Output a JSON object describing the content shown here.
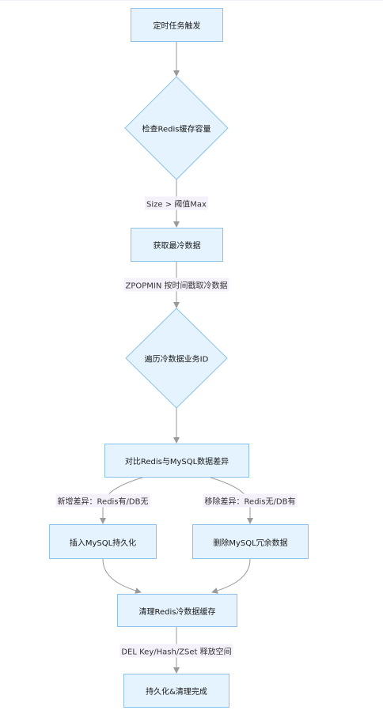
{
  "nodes": {
    "start": "定时任务触发",
    "check": "检查Redis缓存容量",
    "fetch": "获取最冷数据",
    "iterate": "遍历冷数据业务ID",
    "compare": "对比Redis与MySQL数据差异",
    "insert": "插入MySQL持久化",
    "delete": "删除MySQL冗余数据",
    "clean": "清理Redis冷数据缓存",
    "done": "持久化&清理完成"
  },
  "edge_labels": {
    "check_to_fetch": "Size > 阈值Max",
    "fetch_to_iterate": "ZPOPMIN 按时间戳取冷数据",
    "compare_to_insert": "新增差异：Redis有/DB无",
    "compare_to_delete": "移除差异：Redis无/DB有",
    "clean_to_done": "DEL Key/Hash/ZSet 释放空间"
  },
  "colors": {
    "node_fill": "#e4f3fd",
    "node_border": "#8cc2ea",
    "edge": "#9a9a9a",
    "label_bg": "#f4f1fb"
  }
}
